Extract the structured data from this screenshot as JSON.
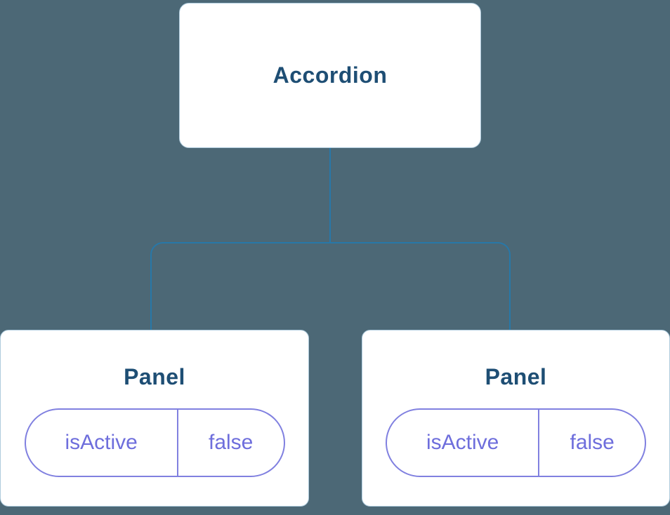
{
  "diagram": {
    "root": {
      "label": "Accordion"
    },
    "children": [
      {
        "label": "Panel",
        "state": {
          "key": "isActive",
          "value": "false"
        }
      },
      {
        "label": "Panel",
        "state": {
          "key": "isActive",
          "value": "false"
        }
      }
    ]
  },
  "colors": {
    "background": "#4C6876",
    "box_fill": "#FFFFFF",
    "box_border": "#AECBDD",
    "title_text": "#1E4E74",
    "connector": "#2878A8",
    "pill_border": "#8080E0",
    "pill_text": "#6E6EDC"
  }
}
